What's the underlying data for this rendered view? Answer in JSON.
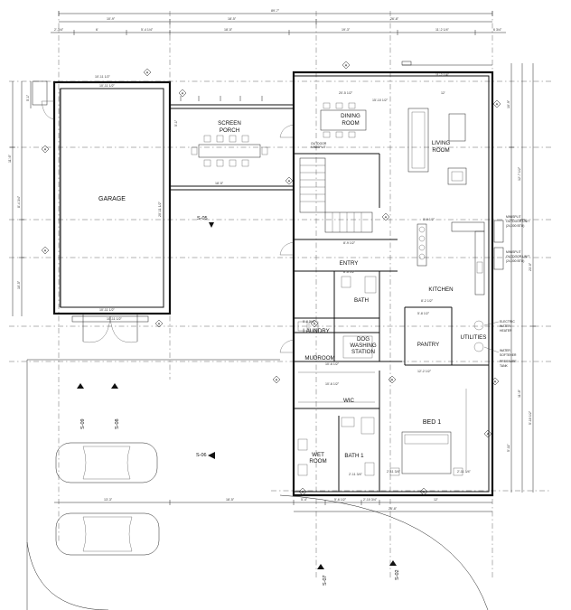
{
  "rooms": {
    "garage": "GARAGE",
    "screen_porch": [
      "SCREEN",
      "PORCH"
    ],
    "dining_room": [
      "DINING",
      "ROOM"
    ],
    "living_room": [
      "LIVING",
      "ROOM"
    ],
    "entry": "ENTRY",
    "kitchen": "KITCHEN",
    "bath": "BATH",
    "laundry": "LAUNDRY",
    "dog_washing": [
      "DOG",
      "WASHING",
      "STATION"
    ],
    "mudroom": "MUDROOM",
    "pantry": "PANTRY",
    "utilities": "UTILITIES",
    "wic": "WIC",
    "bed1": "BED 1",
    "bath1": "BATH 1",
    "wet_room": [
      "WET",
      "ROOM"
    ]
  },
  "notes": {
    "minisplit_1": [
      "MINISPLIT",
      "OUTDOOR UNIT",
      "(24,000 BTU)"
    ],
    "minisplit_2": [
      "MINISPLIT",
      "OUTDOOR UNIT",
      "(24,000 BTU)"
    ],
    "electric_water_heater": [
      "ELECTRIC",
      "WATER",
      "HEATER"
    ],
    "water_softener": [
      "WATER",
      "SOFTENER"
    ],
    "pressure_tank": [
      "PRESSURE",
      "TANK"
    ],
    "outdoor_minisplit": [
      "OUTDOOR",
      "MINISPLIT"
    ]
  },
  "section_markers": {
    "s05": "S-05",
    "s06": "S-06",
    "s07": "S-07",
    "s08": "S-08",
    "s09": "S-09",
    "s02": "S-02"
  },
  "dimensions": {
    "overall_top": "89'-7\"",
    "top_left": "10'-9\"",
    "top_mid": "18'-5\"",
    "top_right": "26'-8\"",
    "top_row2_a": "2'-3/4\"",
    "top_row2_b": "6'",
    "top_row2_c": "5'-4 1/4\"",
    "top_row2_d": "18'-5\"",
    "top_row2_e": "19'-3\"",
    "top_row2_f": "11'-2 1/4\"",
    "top_row2_g": "6 3/4\"",
    "garage_width": "20'-11 1/2\"",
    "garage_inner": "10'-11 1/2\"",
    "garage_bottom": "10'-11 1/2\"",
    "porch_depth": "18'-5\"",
    "dining_width": "20'-5 1/2\"",
    "dining_sub": "15'-10 1/2\"",
    "living_sub": "11'-2 1/4\"",
    "living_depth": "12'",
    "bottom_overall_a": "13'-3\"",
    "bottom_overall_b": "18'-5\"",
    "bottom_overall_c": "5'-4\"",
    "bottom_overall_d": "5'-6 1/2\"",
    "bottom_overall_e": "2'-10 3/4\"",
    "bottom_overall_f": "12'",
    "bottom_row2": "26'-8\"",
    "bed_width": "12'-2 1/2\"",
    "bed_width_b": "2'-11 3/4\"",
    "bath1_width": "2'-11 3/4\"",
    "wic_depth": "10'-6 1/2\"",
    "mudroom_w": "10'-6 1/2\"",
    "kitchen_a": "8'-2 1/2\"",
    "kitchen_b": "8'-9 1/2\"",
    "entry_a": "8'-9 1/2\"",
    "entry_b": "8'-6 1/2\"",
    "laundry_a": "5'-8 3/4\"",
    "pantry_a": "5'-8 1/2\"",
    "left_a": "5'-1\"",
    "left_b": "11'-6\"",
    "left_c": "8'-4 3/4\"",
    "left_d": "9'-1 1/2\"",
    "left_e": "10'-5\"",
    "right_a": "3'-6\"",
    "right_b": "10'-9\"",
    "right_c": "12'-7 1/2\"",
    "right_d": "23'-0\"",
    "right_e": "5'-10 1/2\"",
    "right_f": "11'-8\"",
    "right_g": "5'-11\""
  },
  "grid_markers": [
    "A",
    "A",
    "A",
    "A",
    "A",
    "A",
    "A",
    "A",
    "A",
    "A",
    "A",
    "A",
    "A",
    "A",
    "A",
    "A"
  ]
}
